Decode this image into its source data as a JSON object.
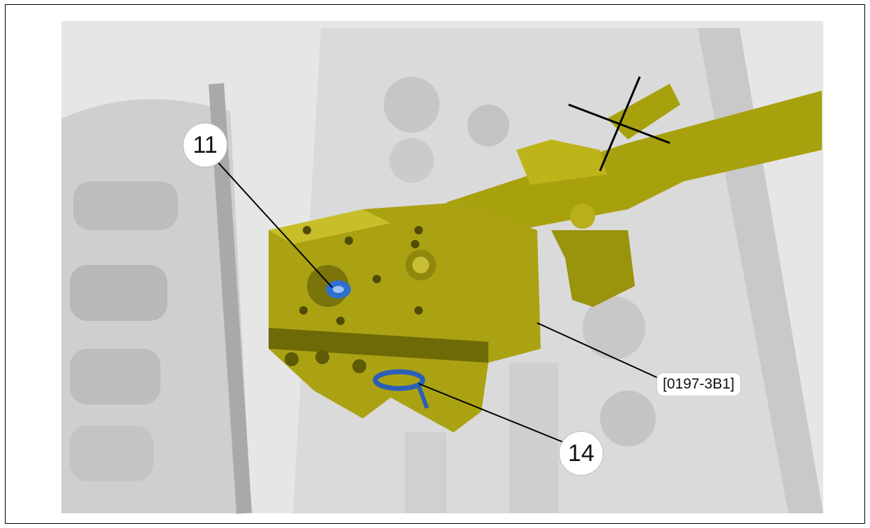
{
  "figure": {
    "callouts": [
      {
        "id": "callout-11",
        "label": "11"
      },
      {
        "id": "callout-14",
        "label": "14"
      }
    ],
    "tool_reference": "[0197-3B1]",
    "colors": {
      "tool": "#a8a10e",
      "tool_dark": "#6f6a08",
      "highlight_part": "#2f6fd0",
      "engine_gray": "#c9c9c9",
      "background": "#ffffff"
    },
    "icons": [
      "cross-out-mark"
    ]
  }
}
